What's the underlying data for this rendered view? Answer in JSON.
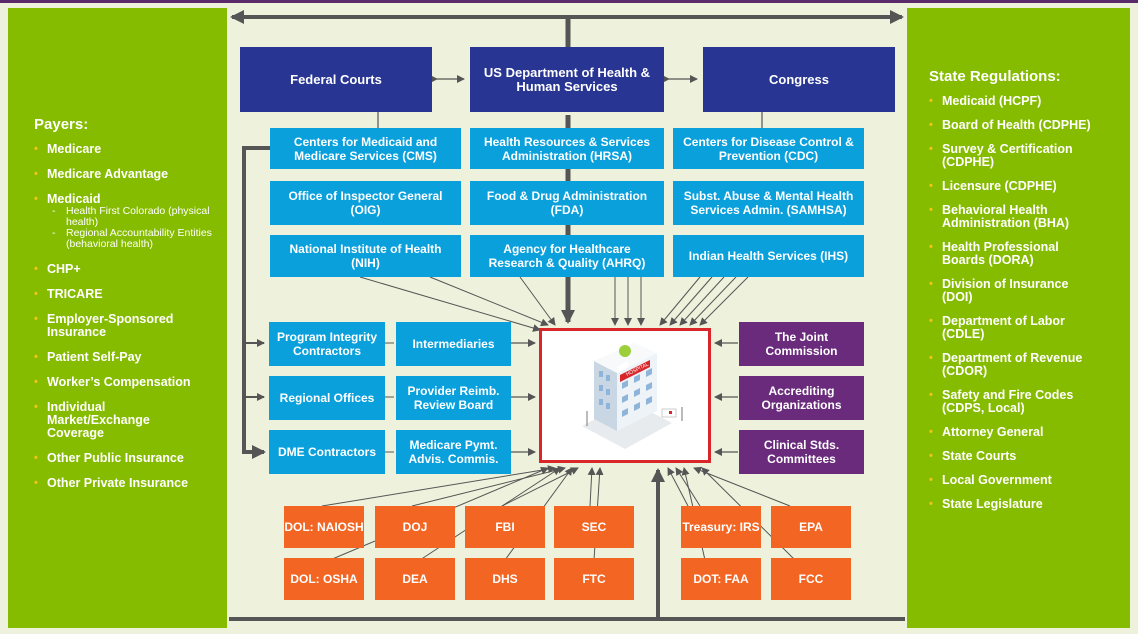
{
  "payers": {
    "title": "Payers:",
    "items": [
      {
        "label": "Medicare"
      },
      {
        "label": "Medicare Advantage"
      },
      {
        "label": "Medicaid",
        "subs": [
          "Health First Colorado (physical health)",
          "Regional Accountability Entities (behavioral health)"
        ]
      },
      {
        "label": "CHP+"
      },
      {
        "label": "TRICARE"
      },
      {
        "label": "Employer-Sponsored Insurance"
      },
      {
        "label": "Patient Self-Pay"
      },
      {
        "label": "Worker’s Compensation"
      },
      {
        "label": "Individual Market/Exchange Coverage"
      },
      {
        "label": "Other Public Insurance"
      },
      {
        "label": "Other Private Insurance"
      }
    ]
  },
  "state": {
    "title": "State Regulations:",
    "items": [
      "Medicaid (HCPF)",
      "Board of Health (CDPHE)",
      "Survey & Certification (CDPHE)",
      "Licensure (CDPHE)",
      "Behavioral Health Administration (BHA)",
      "Health Professional Boards (DORA)",
      "Division of Insurance (DOI)",
      "Department of Labor (CDLE)",
      "Department of Revenue (CDOR)",
      "Safety and Fire Codes (CDPS, Local)",
      "Attorney General",
      "State Courts",
      "Local Government",
      "State Legislature"
    ]
  },
  "federal": {
    "courts": "Federal Courts",
    "hhs": "US Department of Health & Human Services",
    "congress": "Congress"
  },
  "agencies": {
    "cms": "Centers for Medicaid and Medicare Services (CMS)",
    "hrsa": "Health Resources & Services Administration (HRSA)",
    "cdc": "Centers for Disease Control & Prevention (CDC)",
    "oig": "Office of Inspector General (OIG)",
    "fda": "Food & Drug Administration (FDA)",
    "samhsa": "Subst. Abuse & Mental Health Services Admin. (SAMHSA)",
    "nih": "National Institute of Health (NIH)",
    "ahrq": "Agency for Healthcare Research & Quality (AHRQ)",
    "ihs": "Indian Health Services (IHS)"
  },
  "contractors": {
    "pic": "Program Integrity Contractors",
    "intermediaries": "Intermediaries",
    "regional": "Regional Offices",
    "prrb": "Provider Reimb. Review Board",
    "dme": "DME Contractors",
    "medpac": "Medicare Pymt. Advis. Commis."
  },
  "accreditors": {
    "joint": "The Joint Commission",
    "accrediting": "Accrediting Organizations",
    "clinical": "Clinical Stds. Committees"
  },
  "other_agencies": {
    "dol_naiosh": "DOL: NAIOSH",
    "doj": "DOJ",
    "fbi": "FBI",
    "sec": "SEC",
    "dol_osha": "DOL: OSHA",
    "dea": "DEA",
    "dhs": "DHS",
    "ftc": "FTC",
    "treasury": "Treasury: IRS",
    "epa": "EPA",
    "dot": "DOT: FAA",
    "fcc": "FCC"
  },
  "hospital_sign": "HOSPITAL",
  "colors": {
    "green": "#86bc00",
    "navy": "#283593",
    "blue": "#0aa0dc",
    "purple": "#6a2b7c",
    "orange": "#f26522",
    "red": "#d9262b",
    "bullet": "#f0c419"
  }
}
